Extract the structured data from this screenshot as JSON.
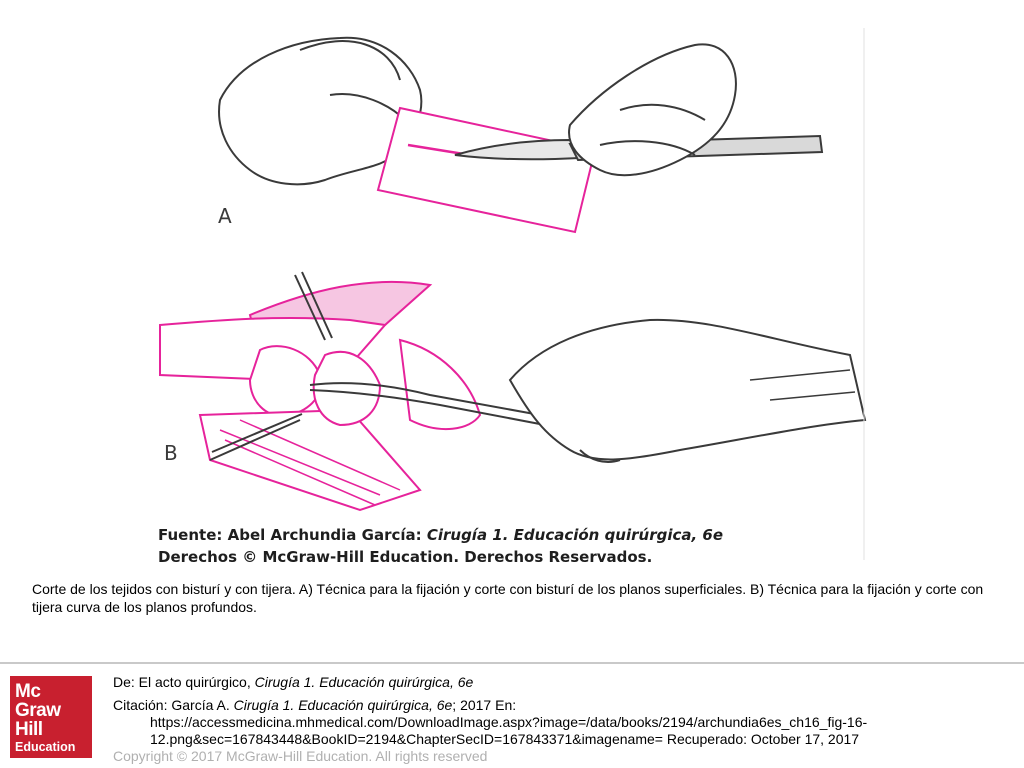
{
  "figure": {
    "panel_labels": [
      "A",
      "B"
    ],
    "source_prefix": "Fuente: Abel Archundia García: ",
    "source_book": "Cirugía 1. Educación quirúrgica, 6e",
    "rights": "Derechos © McGraw-Hill Education. Derechos Reservados.",
    "colors": {
      "tissue": "#e6239b",
      "tissue_fill": "#f6c6e2",
      "line": "#3a3a3a"
    }
  },
  "caption": "Corte de los tejidos con bisturí y con tijera. A) Técnica para la fijación y corte con bisturí de los planos superficiales. B) Técnica para la fijación y corte con tijera curva de los planos profundos.",
  "logo": {
    "line1": "Mc",
    "line2": "Graw",
    "line3": "Hill",
    "line4": "Education",
    "color": "#c8202f"
  },
  "citation": {
    "from_label": "De: El acto quirúrgico, ",
    "from_book": "Cirugía 1. Educación quirúrgica, 6e",
    "cite_label": "Citación: García A",
    "cite_sep": ". ",
    "cite_book": "Cirugía 1. Educación quirúrgica, 6e",
    "cite_rest": "; 2017 En:",
    "url_line1": "https://accessmedicina.mhmedical.com/DownloadImage.aspx?image=/data/books/2194/archundia6es_ch16_fig-16-",
    "url_line2": "12.png&sec=167843448&BookID=2194&ChapterSecID=167843371&imagename= Recuperado: October 17, 2017",
    "copyright": "Copyright © 2017 McGraw-Hill Education. All rights reserved"
  }
}
